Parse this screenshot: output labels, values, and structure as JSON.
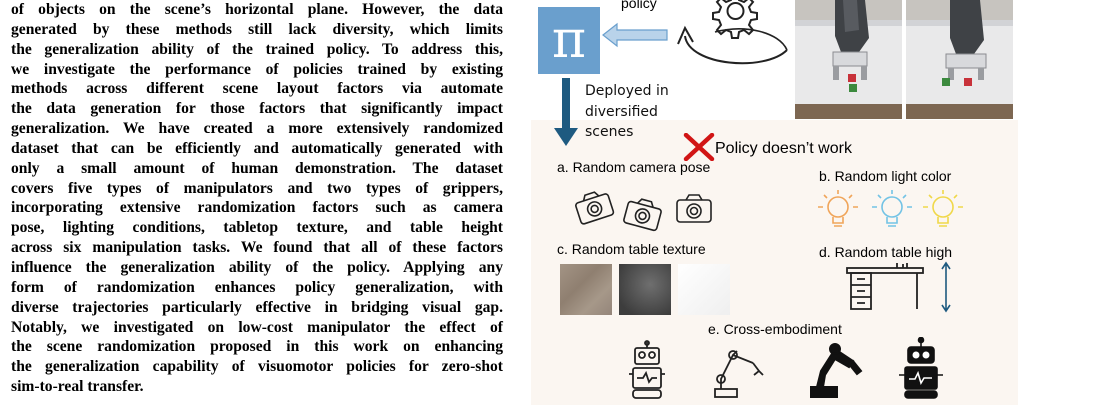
{
  "abstract": {
    "lines": [
      "of objects on the scene’s horizontal plane. However, the data",
      "generated by these methods still lack diversity, which limits",
      "the generalization ability of the trained policy. To address this,",
      "we investigate the performance of policies trained by existing",
      "methods across different scene layout factors via automate",
      "the data generation for those factors that significantly impact",
      "generalization. We have created a more extensively randomized",
      "dataset that can be efficiently and automatically generated with",
      "only a small amount of human demonstration. The dataset",
      "covers five types of manipulators and two types of grippers,",
      "incorporating extensive randomization factors such as camera",
      "pose, lighting conditions, tabletop texture, and table height",
      "across six manipulation tasks. We found that all of these factors",
      "influence the generalization ability of the policy. Applying any",
      "form of randomization enhances policy generalization, with",
      "diverse trajectories particularly effective in bridging visual gap.",
      "Notably, we investigated on low-cost manipulator the effect of",
      "the scene randomization proposed in this work on enhancing",
      "the generalization capability of visuomotor policies for zero-shot",
      "sim-to-real transfer."
    ]
  },
  "figure": {
    "pi_symbol": "π",
    "policy_label": "policy",
    "deployed_lines": [
      "Deployed in",
      "diversified",
      "scenes"
    ],
    "fail_label": "Policy doesn’t work",
    "captions": {
      "camera": "a. Random camera pose",
      "light": "b. Random light color",
      "texture": "c. Random table texture",
      "height": "d. Random table high",
      "embodiment": "e. Cross-embodiment"
    },
    "colors": {
      "pi_box": "#6a9fcd",
      "arrow_light": "#b9d3ea",
      "arrow_dark": "#1e5a80",
      "fail_x": "#d11515",
      "bulb_orange": "#f0a55a",
      "bulb_blue": "#73c3e5",
      "bulb_yellow": "#f0d84a",
      "panel_bg": "#fbf6f1"
    },
    "icons": [
      "pi-icon",
      "gear-icon",
      "cycle-arrow-icon",
      "camera-icon",
      "light-bulb-icon",
      "table-icon",
      "height-arrow-icon",
      "robot-icon",
      "robot-arm-icon",
      "cross-icon"
    ]
  }
}
